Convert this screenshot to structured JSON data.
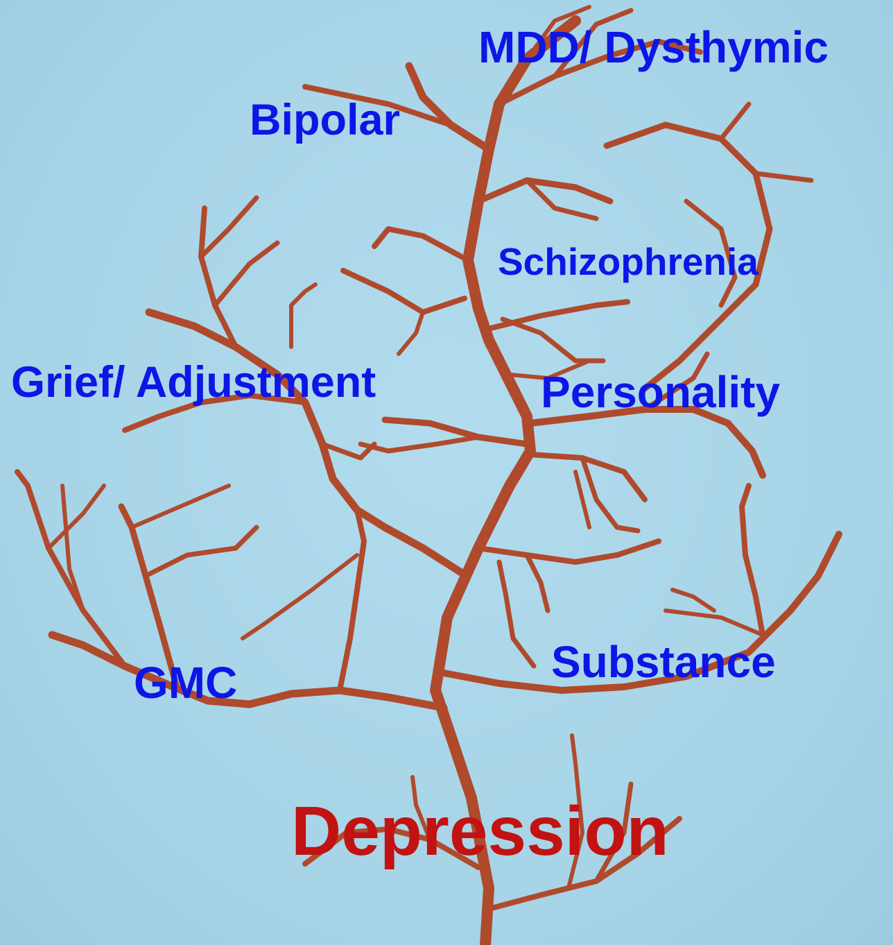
{
  "diagram": {
    "root_label": "Depression",
    "branches": [
      {
        "id": "mdd",
        "label": "MDD/ Dysthymic"
      },
      {
        "id": "bipolar",
        "label": "Bipolar"
      },
      {
        "id": "schizophrenia",
        "label": "Schizophrenia"
      },
      {
        "id": "grief",
        "label": "Grief/ Adjustment"
      },
      {
        "id": "personality",
        "label": "Personality"
      },
      {
        "id": "substance",
        "label": "Substance"
      },
      {
        "id": "gmc",
        "label": "GMC"
      }
    ]
  },
  "colors": {
    "background": "#a9d5e8",
    "branch_ink": "#b04a2c",
    "category_text": "#0d16e6",
    "root_text": "#c21212"
  }
}
